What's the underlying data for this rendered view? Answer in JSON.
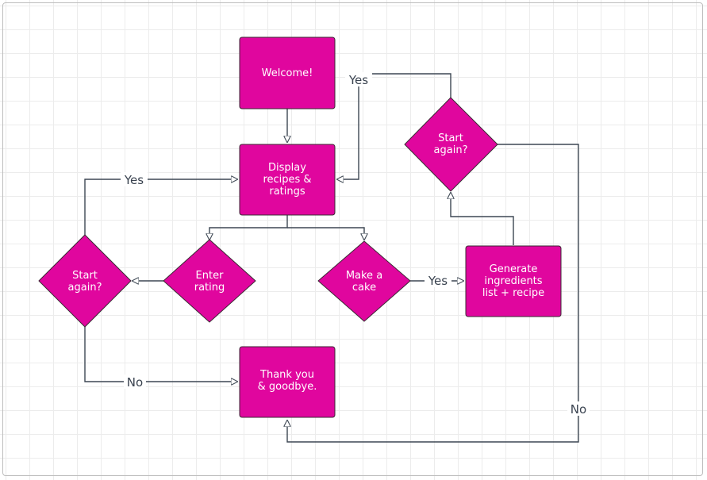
{
  "colors": {
    "node_fill": "#e0069e",
    "node_stroke": "#3a2a33",
    "edge": "#3d4753",
    "text": "#ffffff"
  },
  "nodes": {
    "welcome": {
      "shape": "rectangle",
      "lines": [
        "Welcome!"
      ]
    },
    "display": {
      "shape": "rectangle",
      "lines": [
        "Display",
        "recipes &",
        "ratings"
      ]
    },
    "enter_rating": {
      "shape": "diamond",
      "lines": [
        "Enter",
        "rating"
      ]
    },
    "start_again_left": {
      "shape": "diamond",
      "lines": [
        "Start",
        "again?"
      ]
    },
    "make_cake": {
      "shape": "diamond",
      "lines": [
        "Make a",
        "cake"
      ]
    },
    "generate": {
      "shape": "rectangle",
      "lines": [
        "Generate",
        "ingredients",
        "list + recipe"
      ]
    },
    "start_again_right": {
      "shape": "diamond",
      "lines": [
        "Start",
        "again?"
      ]
    },
    "thank_you": {
      "shape": "rectangle",
      "lines": [
        "Thank you",
        "& goodbye."
      ]
    }
  },
  "edge_labels": {
    "yes_top": "Yes",
    "yes_left": "Yes",
    "yes_make_cake": "Yes",
    "no_left": "No",
    "no_right": "No"
  }
}
